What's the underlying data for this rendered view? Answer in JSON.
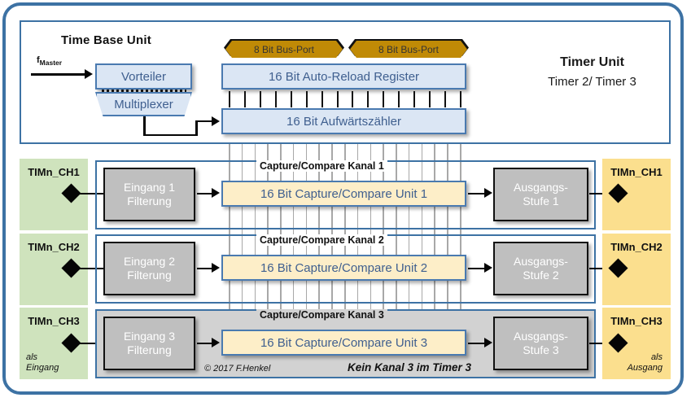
{
  "diagram": {
    "title_main": "Timer Unit",
    "title_sub": "Timer 2/ Timer 3",
    "time_base_unit": {
      "title": "Time Base Unit",
      "clock_input": "Master",
      "clock_symbol": "f",
      "prescaler": "Vorteiler",
      "multiplexer": "Multiplexer",
      "auto_reload_register": "16 Bit Auto-Reload Register",
      "up_counter": "16 Bit Aufwärtszähler",
      "bus_port_left": "8 Bit Bus-Port",
      "bus_port_right": "8 Bit Bus-Port",
      "tick_count": 16
    },
    "channels": [
      {
        "pin_left": "TIMn_CH1",
        "pin_right": "TIMn_CH1",
        "frame_title": "Capture/Compare Kanal 1",
        "input_filter": [
          "Eingang 1",
          "Filterung"
        ],
        "cc_unit": "16 Bit Capture/Compare Unit 1",
        "output_stage": [
          "Ausgangs-",
          "Stufe 1"
        ],
        "note_left": "",
        "note_right": ""
      },
      {
        "pin_left": "TIMn_CH2",
        "pin_right": "TIMn_CH2",
        "frame_title": "Capture/Compare Kanal 2",
        "input_filter": [
          "Eingang 2",
          "Filterung"
        ],
        "cc_unit": "16 Bit Capture/Compare Unit 2",
        "output_stage": [
          "Ausgangs-",
          "Stufe 2"
        ],
        "note_left": "",
        "note_right": ""
      },
      {
        "pin_left": "TIMn_CH3",
        "pin_right": "TIMn_CH3",
        "frame_title": "Capture/Compare Kanal 3",
        "input_filter": [
          "Eingang 3",
          "Filterung"
        ],
        "cc_unit": "16 Bit Capture/Compare Unit 3",
        "output_stage": [
          "Ausgangs-",
          "Stufe 3"
        ],
        "note_left_line1": "als",
        "note_left_line2": "Eingang",
        "note_right_line1": "als",
        "note_right_line2": "Ausgang"
      }
    ],
    "footer": {
      "copyright": "© 2017 F.Henkel",
      "disabled_note": "Kein Kanal 3 im Timer 3"
    },
    "colors": {
      "frame_blue": "#3d72a4",
      "register_fill": "#dbe6f4",
      "register_border": "#4a7ab0",
      "register_text": "#3f5f8f",
      "bus_port_fill": "#c08a06",
      "cc_unit_fill": "#fdeec8",
      "grey_box_fill": "#bfbfbf",
      "input_panel": "#cfe3bd",
      "output_panel": "#fbdf8e",
      "disabled_row": "#d2d2d2",
      "bus_line": "#a8a8a8"
    }
  }
}
